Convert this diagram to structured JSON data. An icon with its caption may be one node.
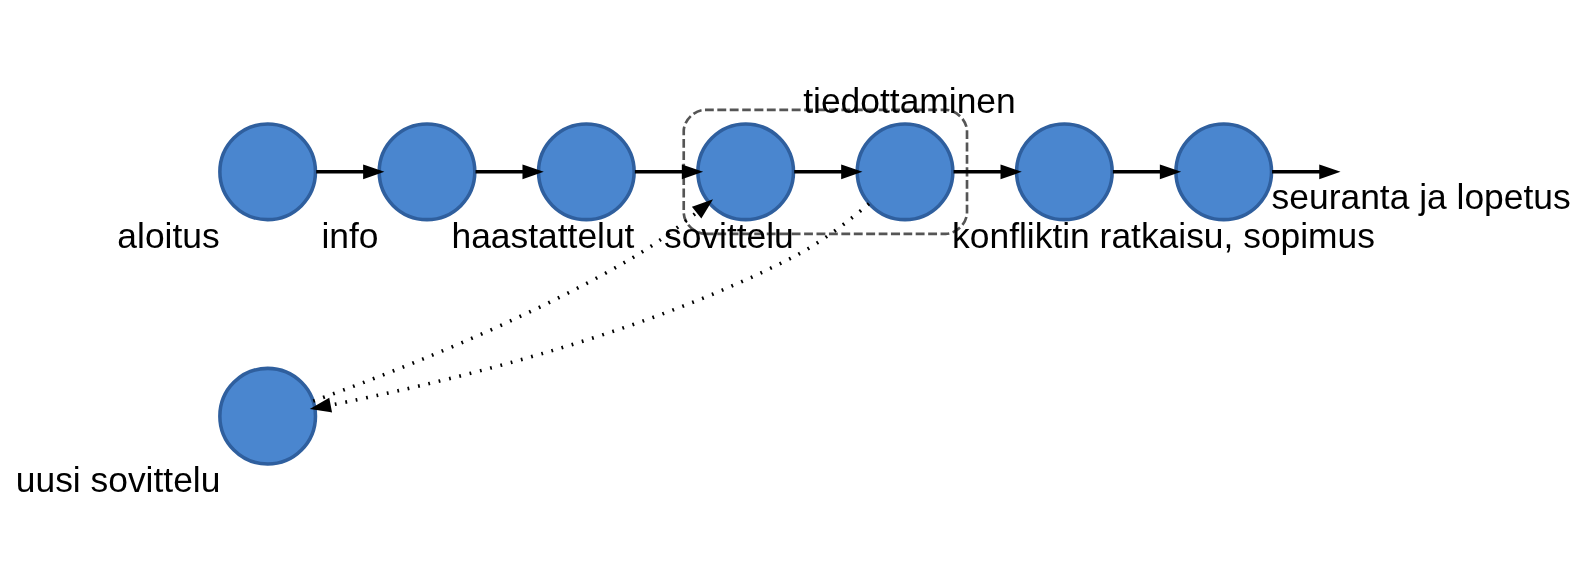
{
  "diagram": {
    "nodes": [
      {
        "text": [
          "aloitus"
        ]
      },
      {
        "text": [
          "info"
        ]
      },
      {
        "text": [
          "haastattelut"
        ]
      },
      {
        "text": [],
        "shape": "ellipse"
      },
      {
        "text": [
          "sovittelu"
        ],
        "in": 3
      },
      {
        "text": [
          "konfliktin ratkaisu, sopimus"
        ],
        "in": 3
      },
      {
        "text": [
          "uusi sovittelu"
        ]
      },
      {
        "text": [
          "tiedottaminen"
        ]
      },
      {
        "text": [
          "seuranta ja lopetus"
        ]
      }
    ],
    "edges": [
      {
        "from": 0,
        "to": 1,
        "arrow": "to"
      },
      {
        "from": 1,
        "to": 2,
        "arrow": "to"
      },
      {
        "from": 2,
        "to": 4,
        "arrow": "to"
      },
      {
        "from": 4,
        "to": 5,
        "arrow": "to"
      },
      {
        "from": 5,
        "to": 7,
        "arrow": "to"
      },
      {
        "from": 7,
        "to": 8,
        "arrow": "to"
      },
      {
        "from": 8,
        "to": null,
        "arrow": "to"
      },
      {
        "from": 5,
        "to": 6,
        "arrow": "to",
        "style": "dashed"
      },
      {
        "from": 6,
        "to": 4,
        "arrow": "to",
        "style": "dashed"
      }
    ]
  }
}
